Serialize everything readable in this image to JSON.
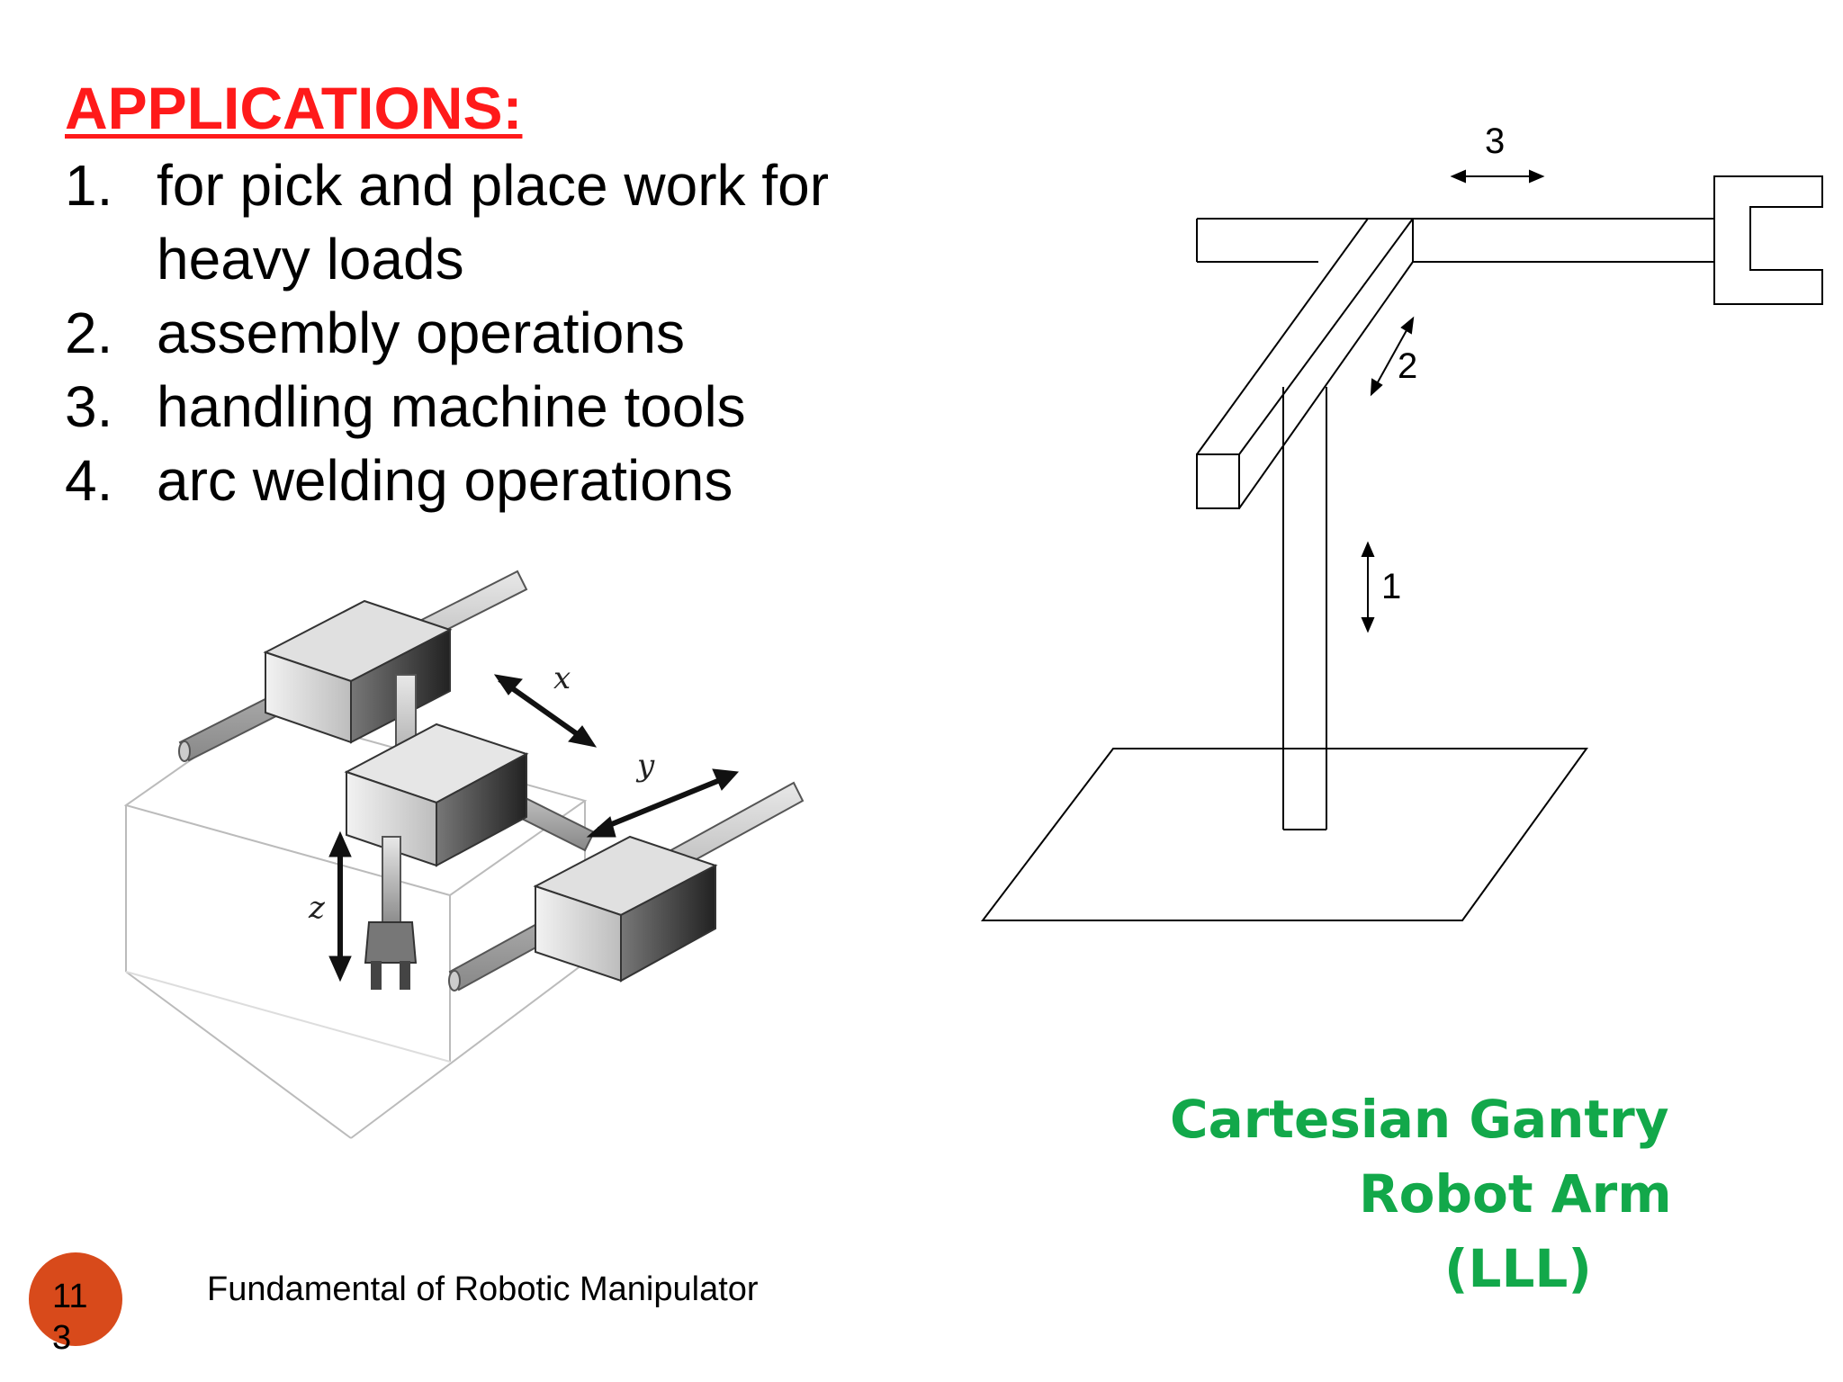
{
  "slide": {
    "heading": "APPLICATIONS:",
    "applications": [
      {
        "num": "1.",
        "text": "for pick and place work for heavy loads"
      },
      {
        "num": "2.",
        "text": "assembly operations"
      },
      {
        "num": "3.",
        "text": "handling machine tools"
      },
      {
        "num": "4.",
        "text": "arc welding operations"
      }
    ],
    "footer": "Fundamental of Robotic Manipulator",
    "page_number": "113"
  },
  "left_diagram": {
    "axis_labels": {
      "x": "x",
      "y": "y",
      "z": "z"
    }
  },
  "right_diagram": {
    "axis_labels": {
      "axis1": "1",
      "axis2": "2",
      "axis3": "3"
    },
    "caption": {
      "line1": "Cartesian Gantry",
      "line2": "Robot  Arm",
      "line3": "(LLL)"
    }
  },
  "colors": {
    "heading": "#ff1a1a",
    "caption": "#12a84a",
    "badge": "#d84a1b"
  }
}
